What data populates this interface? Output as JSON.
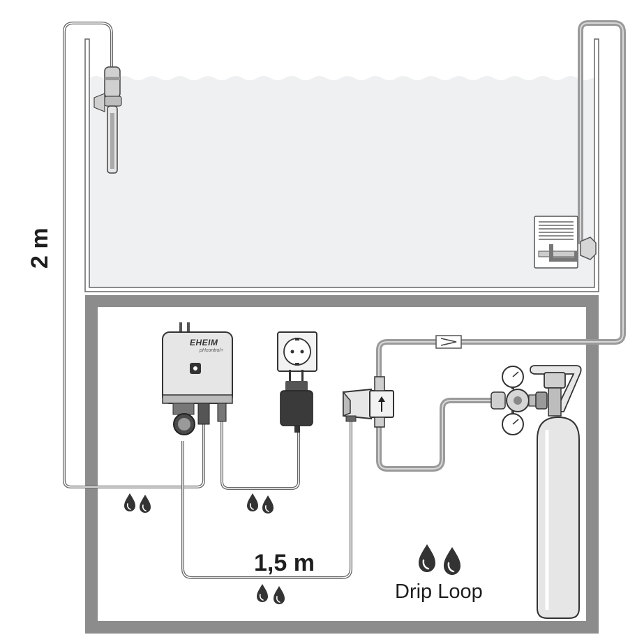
{
  "labels": {
    "aquarium_height": "2 m",
    "cable_length": "1,5 m",
    "drip_loop": "Drip Loop"
  },
  "controller": {
    "brand": "EHEIM",
    "model": "pHcontrol+"
  },
  "colors": {
    "water": "#eef0f1",
    "tank_wall": "#888888",
    "tubing": "#9a9a9a",
    "cable": "#555555",
    "device_body": "#e6e6e6",
    "device_dark": "#4a4a4a"
  },
  "icons": [
    "ph-electrode-icon",
    "co2-diffuser-icon",
    "ph-controller-icon",
    "wall-socket-icon",
    "power-adapter-icon",
    "solenoid-valve-icon",
    "check-valve-icon",
    "pressure-regulator-icon",
    "co2-cylinder-icon",
    "water-drops-icon"
  ]
}
